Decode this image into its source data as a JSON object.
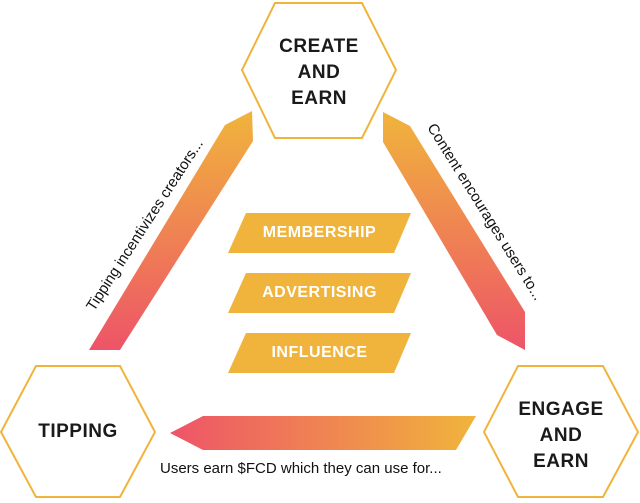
{
  "nodes": {
    "create": {
      "line1": "CREATE",
      "line2": "AND",
      "line3": "EARN"
    },
    "tipping": {
      "line1": "TIPPING"
    },
    "engage": {
      "line1": "ENGAGE",
      "line2": "AND",
      "line3": "EARN"
    }
  },
  "center_items": [
    "MEMBERSHIP",
    "ADVERTISING",
    "INFLUENCE"
  ],
  "captions": {
    "left": "Tipping incentivizes creators...",
    "right": "Content encourages users to...",
    "bottom": "Users earn $FCD which they can use for..."
  },
  "colors": {
    "gold": "#F0B43C",
    "pink": "#EE5468",
    "outline": "#F0B43C"
  }
}
